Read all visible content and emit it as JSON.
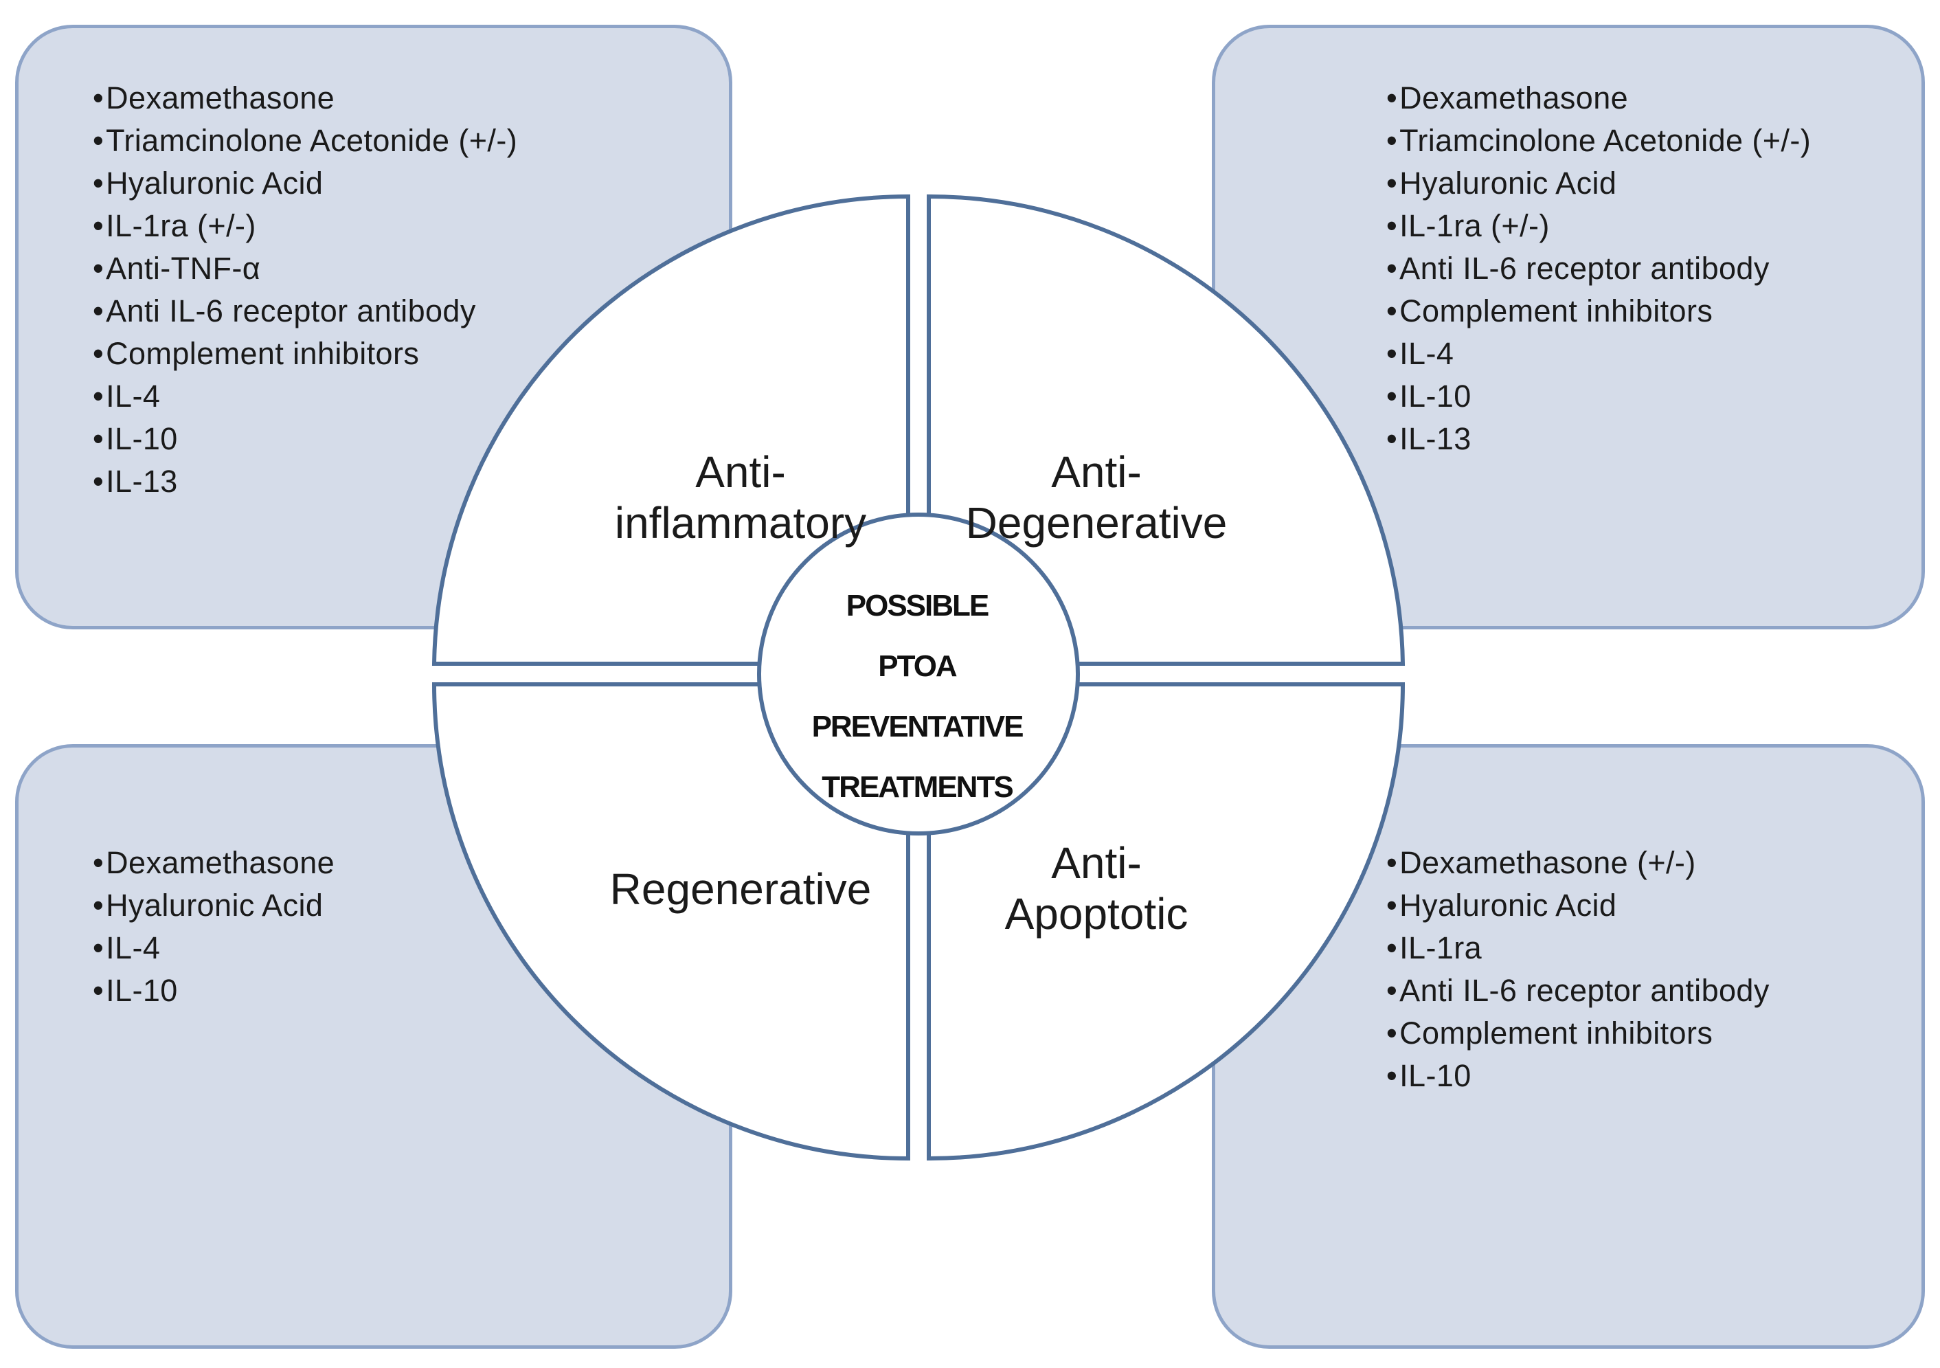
{
  "center": {
    "lines": [
      "POSSIBLE",
      "PTOA",
      "PREVENTATIVE",
      "TREATMENTS"
    ]
  },
  "quadrants": {
    "top_left": {
      "label_lines": [
        "Anti-",
        "inflammatory"
      ],
      "items": [
        "Dexamethasone",
        "Triamcinolone  Acetonide  (+/-)",
        "Hyaluronic  Acid",
        "IL-1ra  (+/-)",
        "Anti-TNF-α",
        "Anti  IL-6  receptor  antibody",
        "Complement  inhibitors",
        "IL-4",
        "IL-10",
        "IL-13"
      ]
    },
    "top_right": {
      "label_lines": [
        "Anti-",
        "Degenerative"
      ],
      "items": [
        "Dexamethasone",
        "Triamcinolone  Acetonide  (+/-)",
        "Hyaluronic  Acid",
        "IL-1ra  (+/-)",
        "Anti  IL-6  receptor  antibody",
        "Complement  inhibitors",
        "IL-4",
        "IL-10",
        "IL-13"
      ]
    },
    "bottom_left": {
      "label_lines": [
        "Regenerative"
      ],
      "items": [
        "Dexamethasone",
        "Hyaluronic  Acid",
        "IL-4",
        "IL-10"
      ]
    },
    "bottom_right": {
      "label_lines": [
        "Anti-",
        "Apoptotic"
      ],
      "items": [
        "Dexamethasone  (+/-)",
        "Hyaluronic  Acid",
        "IL-1ra",
        "Anti  IL-6  receptor  antibody",
        "Complement  inhibitors",
        "IL-10"
      ]
    }
  },
  "colors": {
    "box_fill": "#d5dce9",
    "box_border": "#8ea4c8",
    "wheel_stroke": "#4f6f99",
    "wheel_fill": "#ffffff"
  }
}
